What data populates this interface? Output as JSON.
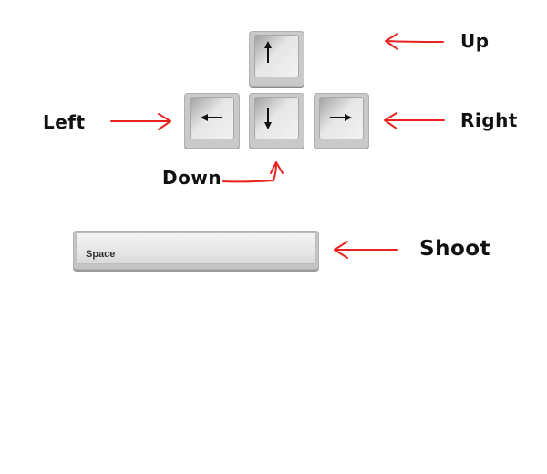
{
  "controls": {
    "up": {
      "label": "Up",
      "key_icon": "arrow-up-icon"
    },
    "left": {
      "label": "Left",
      "key_icon": "arrow-left-icon"
    },
    "down": {
      "label": "Down",
      "key_icon": "arrow-down-icon"
    },
    "right": {
      "label": "Right",
      "key_icon": "arrow-right-icon"
    },
    "shoot": {
      "label": "Shoot",
      "key_label": "Space"
    }
  },
  "colors": {
    "annotation_arrow": "#e8231f",
    "key_body": "#c9c9c9",
    "text": "#111111"
  }
}
